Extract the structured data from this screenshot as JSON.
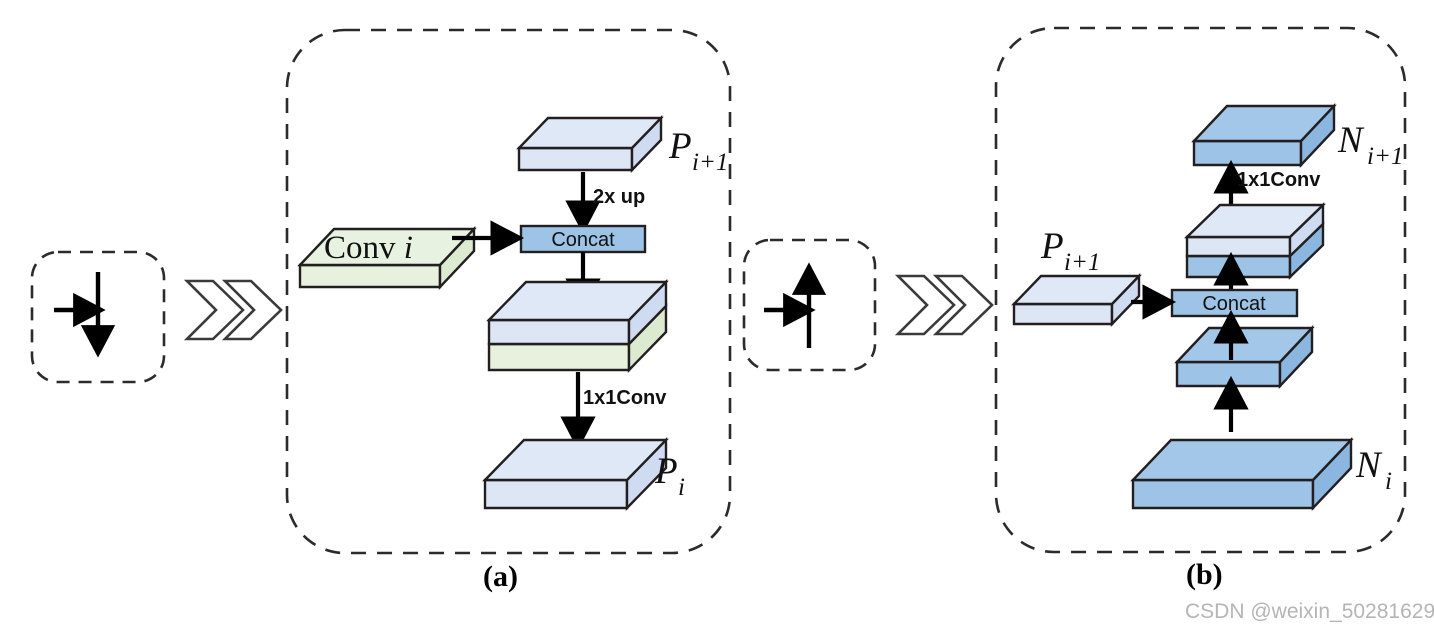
{
  "figure": {
    "captions": {
      "panel_a": "(a)",
      "panel_b": "(b)"
    },
    "watermark": "CSDN @weixin_50281629"
  },
  "panel_a": {
    "name": "top-down-pathway-panel",
    "icon_box": {
      "name": "arrow-right-into-down-icon",
      "arrows": [
        "right",
        "down"
      ]
    },
    "chevrons": {
      "name": "double-chevron-right-icon",
      "count": 2
    },
    "blocks": {
      "conv": {
        "label": "Conv i",
        "color": "#e2efda",
        "side_color": "#d2e5c6"
      },
      "p_high": {
        "label": "P",
        "sub": "i+1",
        "color": "#dce6f5",
        "side_color": "#cbd9ed"
      },
      "concat_bar": {
        "label": "Concat",
        "color": "#9dc3e6"
      },
      "merged": {
        "top_color": "#dce6f5",
        "bottom_color": "#e2efda"
      },
      "p_out": {
        "label": "P",
        "sub": "i",
        "color": "#dce6f5",
        "side_color": "#cbd9ed"
      }
    },
    "edge_labels": {
      "upsample": "2x up",
      "conv1x1": "1x1Conv"
    }
  },
  "panel_b": {
    "name": "bottom-up-pathway-panel",
    "icon_box": {
      "name": "arrow-right-into-up-icon",
      "arrows": [
        "right",
        "up"
      ]
    },
    "chevrons": {
      "name": "double-chevron-right-icon",
      "count": 2
    },
    "blocks": {
      "n_out": {
        "label": "N",
        "sub": "i+1",
        "color": "#9dc3e6",
        "side_color": "#86b2dd"
      },
      "merged": {
        "top_color": "#dce6f5",
        "bottom_color": "#9dc3e6"
      },
      "concat_bar": {
        "label": "Concat",
        "color": "#9dc3e6"
      },
      "p_lateral": {
        "label": "P",
        "sub": "i+1",
        "color": "#dce6f5",
        "side_color": "#cbd9ed"
      },
      "n_mid": {
        "color": "#9dc3e6",
        "side_color": "#86b2dd"
      },
      "n_in": {
        "label": "N",
        "sub": "i",
        "color": "#9dc3e6",
        "side_color": "#86b2dd"
      }
    },
    "edge_labels": {
      "conv1x1": "1x1Conv"
    }
  },
  "style": {
    "stroke": "#231f20",
    "dash_stroke": "#2b2b2b"
  }
}
